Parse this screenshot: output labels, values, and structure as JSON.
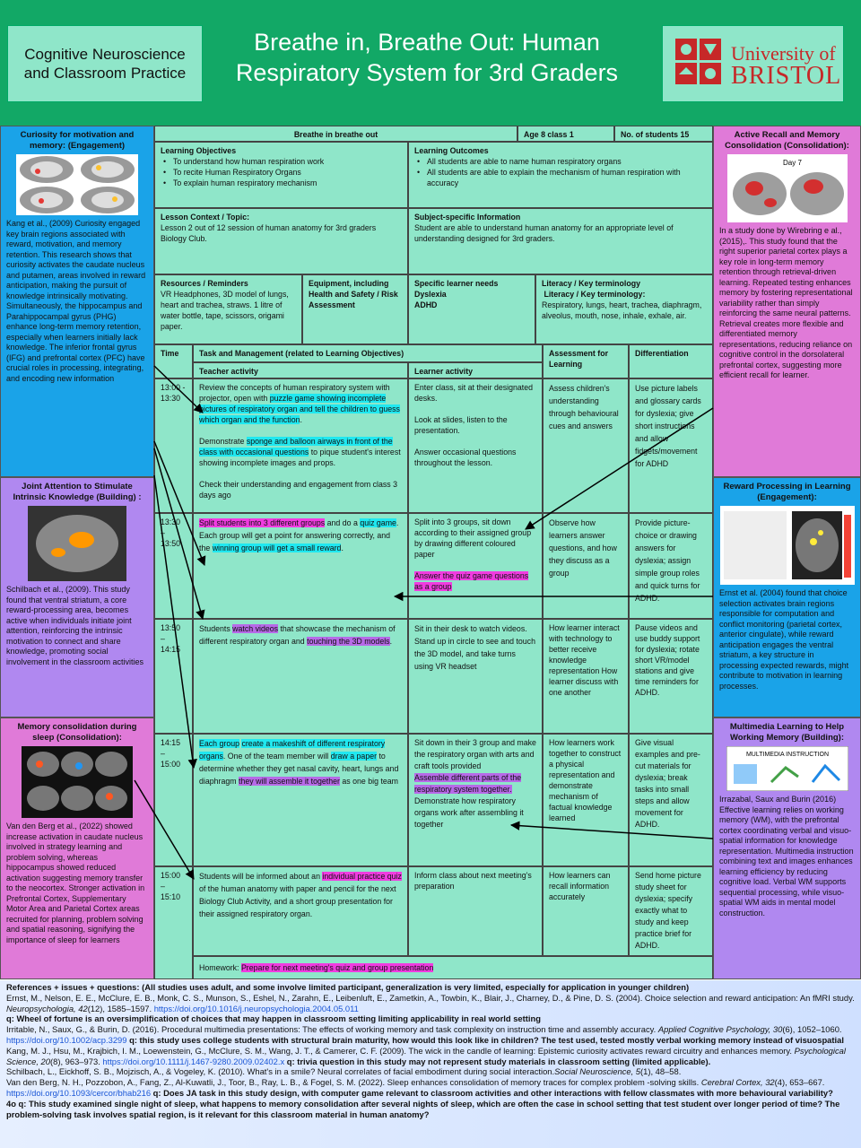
{
  "header": {
    "course": "Cognitive Neuroscience and Classroom Practice",
    "title": "Breathe in, Breathe Out: Human Respiratory System for 3rd Graders",
    "logo_line1": "University of",
    "logo_line2": "BRISTOL"
  },
  "left": {
    "s1_title": "Curiosity for motivation and memory: (Engagement)",
    "s1_body": "Kang et al., (2009) Curiosity engaged key brain regions associated with reward, motivation, and memory retention. This research shows that curiosity activates the caudate nucleus and putamen, areas involved in reward anticipation, making the pursuit of knowledge intrinsically motivating. Simultaneously, the hippocampus and Parahippocampal gyrus (PHG) enhance long-term memory retention, especially when learners initially lack knowledge. The inferior frontal gyrus (IFG) and prefrontal cortex (PFC) have crucial roles in processing, integrating, and encoding new information",
    "s2_title": "Joint Attention to Stimulate Intrinsic Knowledge (Building) :",
    "s2_body": "Schilbach et al., (2009). This study found that ventral striatum, a core reward-processing area, becomes active when individuals initiate joint attention, reinforcing the intrinsic motivation to connect and share knowledge, promoting social involvement in the classroom activities",
    "s3_title": "Memory consolidation during sleep (Consolidation):",
    "s3_body": "Van den Berg et al., (2022) showed increase activation in caudate nucleus involved in strategy learning and problem solving, whereas hippocampus showed reduced activation suggesting memory transfer to the neocortex. Stronger activation in Prefrontal Cortex, Supplementary Motor Area and Parietal Cortex areas recruited for planning, problem solving and spatial reasoning, signifying the importance of sleep for learners"
  },
  "right": {
    "s1_title": "Active Recall and Memory Consolidation (Consolidation):",
    "s1_fig_label": "Day 7",
    "s1_body": "In a study done by Wirebring e al., (2015),. This study found that the right superior parietal cortex plays a key role in long-term memory retention through retrieval-driven learning. Repeated testing enhances memory by fostering representational variability rather than simply reinforcing the same neural patterns. Retrieval creates more flexible and differentiated memory representations, reducing reliance on cognitive control in the dorsolateral prefrontal cortex, suggesting more efficient recall for learner.",
    "s2_title": "Reward Processing in Learning (Engagement):",
    "s2_body": "Ernst et al. (2004) found that choice selection activates brain regions responsible for computation and conflict monitoring (parietal cortex, anterior cingulate), while reward anticipation engages the ventral striatum, a key structure in processing expected rewards, might contribute to motivation in learning processes.",
    "s3_title": "Multimedia Learning to Help Working Memory (Building):",
    "s3_fig_label": "MULTIMEDIA INSTRUCTION",
    "s3_body": "Irrazabal, Saux and Burin (2016) Effective learning relies on working memory (WM), with the prefrontal cortex coordinating verbal and visuo-spatial information for knowledge representation. Multimedia instruction combining text and images enhances learning efficiency by reducing cognitive load. Verbal WM supports sequential processing, while visuo- spatial WM aids in mental model construction."
  },
  "plan": {
    "lesson_title": "Breathe in breathe out",
    "age": "Age 8 class 1",
    "students": "No. of students 15",
    "objectives_title": "Learning Objectives",
    "objectives": [
      "To understand how human respiration work",
      "To recite Human Respiratory Organs",
      "To explain human respiratory mechanism"
    ],
    "outcomes_title": "Learning Outcomes",
    "outcomes": [
      "All students are able to name human respiratory organs",
      "All students are able to explain the mechanism of human respiration with accuracy"
    ],
    "context_title": "Lesson Context / Topic:",
    "context": "Lesson 2 out of 12 session of human anatomy for 3rd graders Biology Club.",
    "subject_title": "Subject-specific Information",
    "subject": "Student are able to understand human anatomy for an appropriate level of understanding designed for 3rd graders.",
    "resources_title": "Resources  /  Reminders",
    "resources": "VR Headphones, 3D model of lungs, heart and trachea, straws. 1 litre of water bottle, tape, scissors, origami paper.",
    "equipment_title": "Equipment, including Health and Safety / Risk Assessment",
    "needs_title": "Specific learner needs",
    "needs": [
      "Dyslexia",
      "ADHD"
    ],
    "literacy_title": "Literacy / Key terminology",
    "literacy_title2": "Literacy / Key terminology:",
    "literacy": "Respiratory, lungs, heart, trachea, diaphragm, alveolus, mouth, nose, inhale, exhale, air.",
    "col_time": "Time",
    "col_task": "Task and Management (related to Learning Objectives)",
    "col_teacher": "Teacher activity",
    "col_learner": "Learner activity",
    "col_assess": "Assessment for Learning",
    "col_diff": "Differentiation",
    "rows": [
      {
        "time": "13:00 - 13:30",
        "teacher": [
          "Review the concepts of human respiratory system with projector, open with ",
          "puzzle game showing incomplete pictures of respiratory organ and tell the children to guess which organ and the function",
          ".",
          "Demonstrate ",
          "sponge and balloon airways in front of the class with occasional questions",
          " to pique student's interest showing incomplete images and props.",
          "Check their understanding and engagement from class 3 days ago"
        ],
        "learner": [
          "Enter class, sit at their designated desks.",
          "Look at slides, listen to the presentation.",
          "Answer occasional questions throughout the lesson."
        ],
        "assess": "Assess children's understanding through behavioural cues and answers",
        "diff": "Use picture labels and glossary cards for dyslexia; give short instructions and allow fidgets/movement for ADHD"
      },
      {
        "time": "13:30 – 13:50",
        "teacher": [
          "Split students into 3 different groups",
          " and do a ",
          "quiz game",
          ". Each group will get a point for answering correctly, and the ",
          "winning group will get a small reward",
          "."
        ],
        "learner": [
          "Split into 3 groups, sit down according to their assigned group by drawing different coloured paper",
          "Answer the quiz game questions as a group"
        ],
        "assess": "Observe how learners answer questions, and how they discuss as a group",
        "diff": "Provide picture-choice or drawing answers for dyslexia; assign simple group roles and quick turns for ADHD."
      },
      {
        "time": "13:50 – 14:15",
        "teacher": [
          "Students ",
          "watch videos",
          " that showcase the mechanism of different respiratory organ and ",
          "touching the 3D models",
          "."
        ],
        "learner": [
          "Sit in their desk to watch videos.",
          "Stand up in circle to see and touch the 3D model, and take turns using VR headset"
        ],
        "assess": "How learner interact with technology to better receive knowledge representation How learner discuss with one another",
        "diff": "Pause videos and use buddy support for dyslexia; rotate short VR/model stations and give time reminders for ADHD."
      },
      {
        "time": "14:15 – 15:00",
        "teacher": [
          "Each group",
          " ",
          "create a makeshift of different respiratory organs",
          ". One of the team member will ",
          "draw a paper",
          " to determine whether they get nasal cavity, heart, lungs and diaphragm ",
          "they will assemble it together",
          " as one big team"
        ],
        "learner": [
          "Sit down in their 3 group and make the respiratory organ with arts and craft tools provided",
          "Assemble different parts of the respiratory system together.",
          "Demonstrate how respiratory organs work after assembling it together"
        ],
        "assess": "How learners work together to construct a physical representation and demonstrate mechanism of factual knowledge learned",
        "diff": "Give visual examples and pre-cut materials for dyslexia; break tasks into small steps and allow movement for ADHD."
      },
      {
        "time": "15:00 – 15:10",
        "teacher": [
          "Students will be informed about an ",
          "individual practice quiz",
          " of the human anatomy with paper and pencil for the next Biology Club Activity, and a short group presentation for their assigned respiratory organ."
        ],
        "learner": [
          "Inform class about next meeting's preparation"
        ],
        "assess": "How learners can recall information accurately",
        "diff": "Send home picture study sheet for dyslexia; specify exactly what to study and keep practice brief for ADHD."
      }
    ],
    "homework_label": "Homework: ",
    "homework": "Prepare for next meeting's quiz and group presentation"
  },
  "refs": {
    "heading": "References + issues + questions: (All studies uses adult, and some involve limited participant, generalization is very limited, especially for application in younger children)",
    "r1a": "Ernst, M., Nelson, E. E., McClure, E. B., Monk, C. S., Munson, S., Eshel, N., Zarahn, E., Leibenluft, E., Zametkin, A., Towbin, K., Blair, J., Charney, D., & Pine, D. S. (2004). Choice selection and reward anticipation: An fMRI study. ",
    "r1j": "Neuropsychologia, 42",
    "r1b": "(12), 1585–1597. ",
    "r1l": "https://doi.org/10.1016/j.neuropsychologia.2004.05.011",
    "q1": "q: Wheel of fortune is an oversimplification of choices that may happen in classroom setting limiting applicability in real world setting",
    "r2a": "Irritable, N., Saux, G., & Burin, D. (2016). Procedural multimedia presentations: The effects of working memory and task complexity on instruction time and assembly accuracy. ",
    "r2j": "Applied Cognitive Psychology, 30",
    "r2b": "(6), 1052–1060. ",
    "r2l": "https://doi.org/10.1002/acp.3299",
    "q2": " q: this study uses college students with structural brain maturity, how would this look like in children? The test used, tested mostly verbal working memory instead of visuospatial",
    "r3a": "Kang, M. J., Hsu, M., Krajbich, I. M., Loewenstein, G., McClure, S. M., Wang, J. T., & Camerer, C. F. (2009). The wick in the candle of learning: Epistemic curiosity activates reward circuitry and enhances memory. ",
    "r3j": "Psychological Science, 20",
    "r3b": "(8), 963–973. ",
    "r3l": "https://doi.org/10.1111/j.1467-9280.2009.02402.x",
    "q3": " q: trivia question in this study may not represent study materials in classroom setting (limited applicable).",
    "r4a": "Schilbach, L., Eickhoff, S. B., Mojzisch, A., & Vogeley, K. (2010). What's in a smile? Neural correlates of facial embodiment during social interaction.",
    "r4j": "Social Neuroscience, 5",
    "r4b": "(1), 48–58.",
    "r5a": "Van den Berg, N. H., Pozzobon, A., Fang, Z., Al-Kuwatli, J., Toor, B., Ray, L. B., & Fogel, S. M. (2022). Sleep enhances consolidation of memory traces for complex problem -solving skills. ",
    "r5j": "Cerebral Cortex, 32",
    "r5b": "(4), 653–667. ",
    "r5l": "https://doi.org/10.1093/cercor/bhab216",
    "q5": " q: Does JA task in this study design, with computer game relevant to classroom activities and other interactions with fellow classmates with more behavioural variability?",
    "q6": "4o q: This study examined single night of sleep, what happens to memory consolidation after several nights of sleep, which are often the case in school setting that test student over longer period of time? The problem-solving task involves spatial region, is it relevant for this classroom material in human anatomy?"
  }
}
